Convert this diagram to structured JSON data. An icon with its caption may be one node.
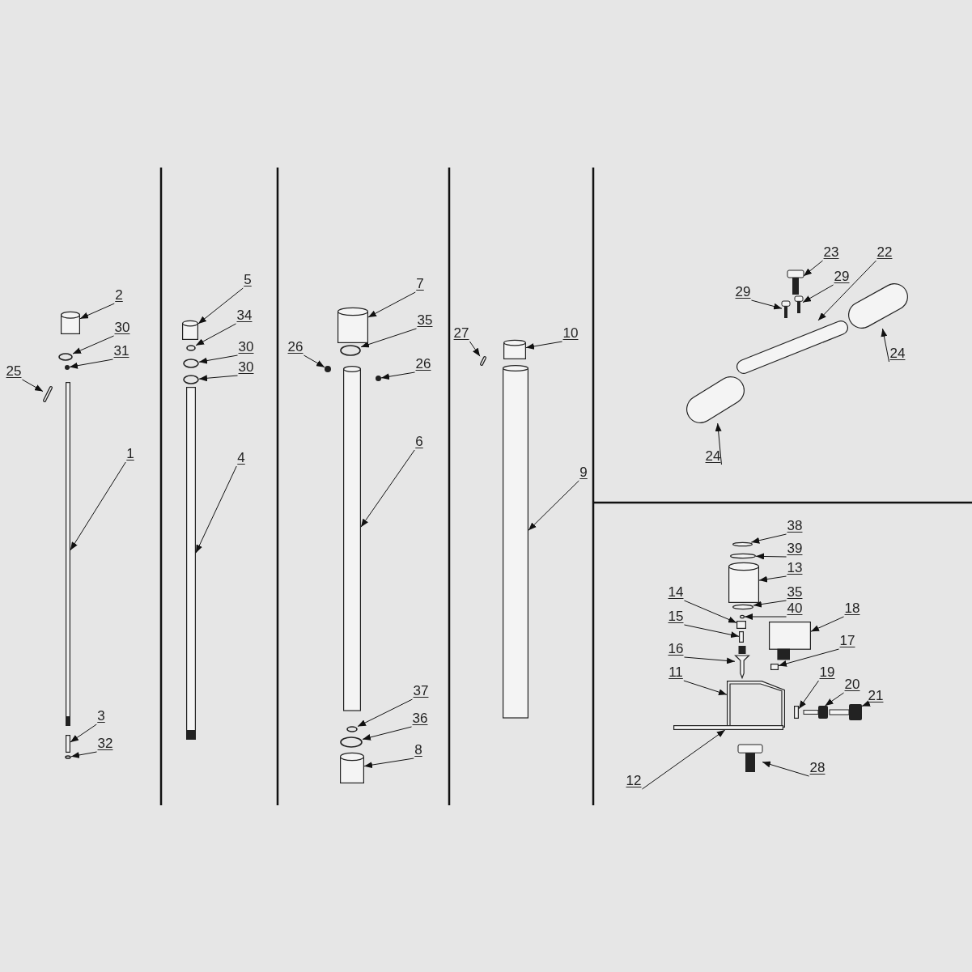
{
  "diagram": {
    "nodes": [
      {
        "text": [
          "2"
        ]
      },
      {
        "text": [],
        "shape": "cylinder"
      },
      {
        "text": [
          "30"
        ]
      },
      {
        "text": [],
        "shape": "ring"
      },
      {
        "text": [
          "31"
        ]
      },
      {
        "text": [],
        "shape": "ball"
      },
      {
        "text": [
          "25"
        ]
      },
      {
        "text": [],
        "shape": "pin"
      },
      {
        "text": [
          "1"
        ]
      },
      {
        "text": [],
        "shape": "rod"
      },
      {
        "text": [
          "3"
        ]
      },
      {
        "text": [],
        "shape": "pin"
      },
      {
        "text": [
          "32"
        ]
      },
      {
        "text": [],
        "shape": "ring"
      },
      {
        "text": [
          "5"
        ]
      },
      {
        "text": [],
        "shape": "cylinder"
      },
      {
        "text": [
          "34"
        ]
      },
      {
        "text": [],
        "shape": "ring"
      },
      {
        "text": [
          "30"
        ]
      },
      {
        "text": [],
        "shape": "ring"
      },
      {
        "text": [
          "30"
        ]
      },
      {
        "text": [],
        "shape": "ring"
      },
      {
        "text": [
          "4"
        ]
      },
      {
        "text": [],
        "shape": "rod"
      },
      {
        "text": [
          "7"
        ]
      },
      {
        "text": [],
        "shape": "cylinder"
      },
      {
        "text": [
          "35"
        ]
      },
      {
        "text": [],
        "shape": "ring"
      },
      {
        "text": [
          "26"
        ]
      },
      {
        "text": [],
        "shape": "ball"
      },
      {
        "text": [
          "26"
        ]
      },
      {
        "text": [],
        "shape": "ball"
      },
      {
        "text": [
          "6"
        ]
      },
      {
        "text": [],
        "shape": "tube"
      },
      {
        "text": [
          "37"
        ]
      },
      {
        "text": [],
        "shape": "ring"
      },
      {
        "text": [
          "36"
        ]
      },
      {
        "text": [],
        "shape": "ring"
      },
      {
        "text": [
          "8"
        ]
      },
      {
        "text": [],
        "shape": "cylinder"
      },
      {
        "text": [
          "27"
        ]
      },
      {
        "text": [],
        "shape": "pin"
      },
      {
        "text": [
          "10"
        ]
      },
      {
        "text": [],
        "shape": "cylinder"
      },
      {
        "text": [
          "9"
        ]
      },
      {
        "text": [],
        "shape": "tube"
      },
      {
        "text": [
          "29"
        ]
      },
      {
        "text": [],
        "shape": "screw"
      },
      {
        "text": [
          "23"
        ]
      },
      {
        "text": [],
        "shape": "screw"
      },
      {
        "text": [
          "29"
        ]
      },
      {
        "text": [],
        "shape": "screw"
      },
      {
        "text": [
          "22"
        ]
      },
      {
        "text": [],
        "shape": "tube"
      },
      {
        "text": [
          "24"
        ]
      },
      {
        "text": [],
        "shape": "cylinder"
      },
      {
        "text": [
          "24"
        ]
      },
      {
        "text": [],
        "shape": "cylinder"
      },
      {
        "text": [
          "38"
        ]
      },
      {
        "text": [],
        "shape": "disc"
      },
      {
        "text": [
          "39"
        ]
      },
      {
        "text": [],
        "shape": "disc"
      },
      {
        "text": [
          "13"
        ]
      },
      {
        "text": [],
        "shape": "cylinder"
      },
      {
        "text": [
          "35"
        ]
      },
      {
        "text": [],
        "shape": "disc"
      },
      {
        "text": [
          "40"
        ]
      },
      {
        "text": [],
        "shape": "disc"
      },
      {
        "text": [
          "14"
        ]
      },
      {
        "text": [],
        "shape": "block"
      },
      {
        "text": [
          "15"
        ]
      },
      {
        "text": [],
        "shape": "pin"
      },
      {
        "text": [
          "16"
        ]
      },
      {
        "text": [],
        "shape": "needle"
      },
      {
        "text": [
          "18"
        ]
      },
      {
        "text": [],
        "shape": "block"
      },
      {
        "text": [
          "17"
        ]
      },
      {
        "text": [],
        "shape": "block"
      },
      {
        "text": [
          "11"
        ]
      },
      {
        "text": [],
        "shape": "bracket"
      },
      {
        "text": [
          "19"
        ]
      },
      {
        "text": [],
        "shape": "pin"
      },
      {
        "text": [
          "20"
        ]
      },
      {
        "text": [],
        "shape": "screw"
      },
      {
        "text": [
          "21"
        ]
      },
      {
        "text": [],
        "shape": "screw"
      },
      {
        "text": [
          "12"
        ]
      },
      {
        "text": [],
        "shape": "plate"
      },
      {
        "text": [
          "28"
        ]
      },
      {
        "text": [],
        "shape": "screw"
      }
    ],
    "edges": [
      {
        "from": 0,
        "to": 1,
        "arrow": "to"
      },
      {
        "from": 2,
        "to": 3,
        "arrow": "to"
      },
      {
        "from": 4,
        "to": 5,
        "arrow": "to"
      },
      {
        "from": 6,
        "to": 7,
        "arrow": "to"
      },
      {
        "from": 8,
        "to": 9,
        "arrow": "to"
      },
      {
        "from": 10,
        "to": 11,
        "arrow": "to"
      },
      {
        "from": 12,
        "to": 13,
        "arrow": "to"
      },
      {
        "from": 14,
        "to": 15,
        "arrow": "to"
      },
      {
        "from": 16,
        "to": 17,
        "arrow": "to"
      },
      {
        "from": 18,
        "to": 19,
        "arrow": "to"
      },
      {
        "from": 20,
        "to": 21,
        "arrow": "to"
      },
      {
        "from": 22,
        "to": 23,
        "arrow": "to"
      },
      {
        "from": 24,
        "to": 25,
        "arrow": "to"
      },
      {
        "from": 26,
        "to": 27,
        "arrow": "to"
      },
      {
        "from": 28,
        "to": 29,
        "arrow": "to"
      },
      {
        "from": 30,
        "to": 31,
        "arrow": "to"
      },
      {
        "from": 32,
        "to": 33,
        "arrow": "to"
      },
      {
        "from": 34,
        "to": 35,
        "arrow": "to"
      },
      {
        "from": 36,
        "to": 37,
        "arrow": "to"
      },
      {
        "from": 38,
        "to": 39,
        "arrow": "to"
      },
      {
        "from": 40,
        "to": 41,
        "arrow": "to"
      },
      {
        "from": 42,
        "to": 43,
        "arrow": "to"
      },
      {
        "from": 44,
        "to": 45,
        "arrow": "to"
      },
      {
        "from": 46,
        "to": 47,
        "arrow": "to"
      },
      {
        "from": 48,
        "to": 49,
        "arrow": "to"
      },
      {
        "from": 50,
        "to": 51,
        "arrow": "to"
      },
      {
        "from": 52,
        "to": 53,
        "arrow": "to"
      },
      {
        "from": 54,
        "to": 55,
        "arrow": "to"
      },
      {
        "from": 56,
        "to": 57,
        "arrow": "to"
      },
      {
        "from": 58,
        "to": 59,
        "arrow": "to"
      },
      {
        "from": 60,
        "to": 61,
        "arrow": "to"
      },
      {
        "from": 62,
        "to": 63,
        "arrow": "to"
      },
      {
        "from": 64,
        "to": 65,
        "arrow": "to"
      },
      {
        "from": 66,
        "to": 67,
        "arrow": "to"
      },
      {
        "from": 68,
        "to": 69,
        "arrow": "to"
      },
      {
        "from": 70,
        "to": 71,
        "arrow": "to"
      },
      {
        "from": 72,
        "to": 73,
        "arrow": "to"
      },
      {
        "from": 74,
        "to": 75,
        "arrow": "to"
      },
      {
        "from": 76,
        "to": 77,
        "arrow": "to"
      },
      {
        "from": 78,
        "to": 79,
        "arrow": "to"
      },
      {
        "from": 80,
        "to": 81,
        "arrow": "to"
      },
      {
        "from": 82,
        "to": 83,
        "arrow": "to"
      },
      {
        "from": 84,
        "to": 85,
        "arrow": "to"
      },
      {
        "from": 86,
        "to": 87,
        "arrow": "to"
      },
      {
        "from": 88,
        "to": 89,
        "arrow": "to"
      }
    ]
  }
}
